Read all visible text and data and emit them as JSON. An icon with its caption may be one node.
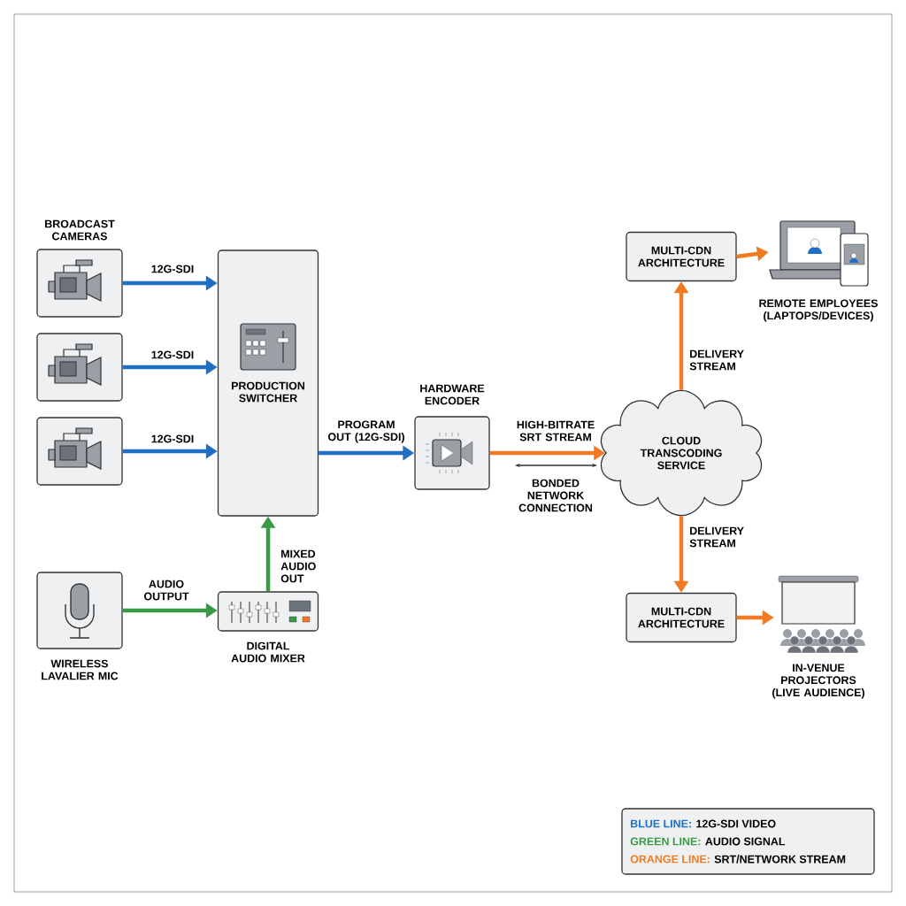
{
  "diagram": {
    "nodes": [
      {
        "text": [
          "BROADCAST CAMERAS"
        ]
      },
      {
        "text": [],
        "shape": "box"
      },
      {
        "text": [],
        "shape": "box"
      },
      {
        "text": [
          "PRODUCTION SWITCHER"
        ]
      },
      {
        "text": [
          "WIRELESS LAVALIER MIC"
        ]
      },
      {
        "text": [
          "DIGITAL AUDIO MIXER"
        ]
      },
      {
        "text": [
          "HARDWARE ENCODER"
        ]
      },
      {
        "text": [
          "CLOUD TRANSCODING SERVICE"
        ]
      },
      {
        "text": [
          "MULTI-CDN ARCHITECTURE"
        ]
      },
      {
        "text": [
          "REMOTE EMPLOYEES (LAPTOPS/DEVICES)"
        ]
      },
      {
        "text": [
          "MULTI-CDN ARCHITECTURE"
        ]
      },
      {
        "text": [
          "IN-VENUE PROJECTORS (LIVE AUDIENCE)"
        ]
      }
    ],
    "edges": [
      {
        "from": 0,
        "to": 3,
        "arrow": "to",
        "label": "12G-SDI",
        "color": "#1f6fc5"
      },
      {
        "from": 1,
        "to": 3,
        "arrow": "to",
        "label": "12G-SDI",
        "color": "#1f6fc5"
      },
      {
        "from": 2,
        "to": 3,
        "arrow": "to",
        "label": "12G-SDI",
        "color": "#1f6fc5"
      },
      {
        "from": 4,
        "to": 5,
        "arrow": "to",
        "label": "AUDIO OUTPUT",
        "color": "#3a9a45"
      },
      {
        "from": 5,
        "to": 3,
        "arrow": "to",
        "label": "MIXED AUDIO OUT",
        "color": "#3a9a45"
      },
      {
        "from": 3,
        "to": 6,
        "arrow": "to",
        "label": "PROGRAM OUT (12G-SDI)",
        "color": "#1f6fc5"
      },
      {
        "from": 6,
        "to": 7,
        "arrow": "to",
        "label": "HIGH-BITRATE SRT STREAM",
        "color": "#f07b22"
      },
      {
        "from": 7,
        "to": 8,
        "arrow": "to",
        "label": "DELIVERY STREAM",
        "color": "#f07b22"
      },
      {
        "from": 7,
        "to": 10,
        "arrow": "to",
        "label": "DELIVERY STREAM",
        "color": "#f07b22"
      },
      {
        "from": 8,
        "to": 9,
        "arrow": "to",
        "color": "#f07b22"
      },
      {
        "from": 10,
        "to": 11,
        "arrow": "to",
        "color": "#f07b22"
      }
    ],
    "labels": [
      "BONDED NETWORK CONNECTION",
      "BLUE LINE:",
      "GREEN LINE:",
      "ORANGE LINE:"
    ],
    "legend": [
      {
        "text": "12G-SDI VIDEO",
        "color": "#1f6fc5"
      },
      {
        "text": "AUDIO SIGNAL",
        "color": "#3a9a45"
      },
      {
        "text": "SRT/NETWORK STREAM",
        "color": "#f07b22"
      }
    ]
  }
}
